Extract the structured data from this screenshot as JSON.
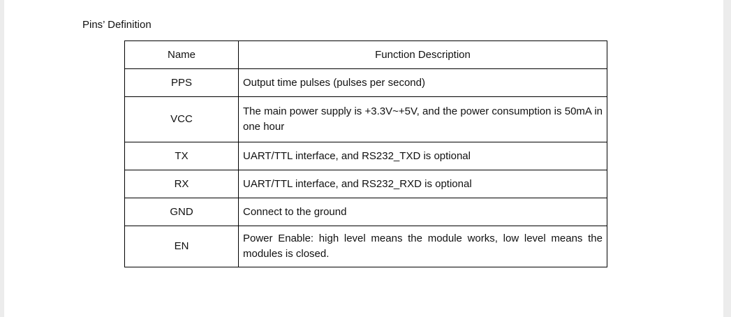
{
  "heading": "Pins’ Definition",
  "table": {
    "headers": [
      "Name",
      "Function Description"
    ],
    "rows": [
      {
        "name": "PPS",
        "desc": "Output time pulses (pulses per second)"
      },
      {
        "name": "VCC",
        "desc": "The main power supply is +3.3V~+5V, and the power consumption is 50mA in one hour"
      },
      {
        "name": "TX",
        "desc": "UART/TTL interface, and RS232_TXD is optional"
      },
      {
        "name": "RX",
        "desc": "UART/TTL interface, and RS232_RXD is optional"
      },
      {
        "name": "GND",
        "desc": "Connect to the ground"
      },
      {
        "name": "EN",
        "desc": "Power Enable: high level means the module works, low level means the modules is closed."
      }
    ]
  }
}
